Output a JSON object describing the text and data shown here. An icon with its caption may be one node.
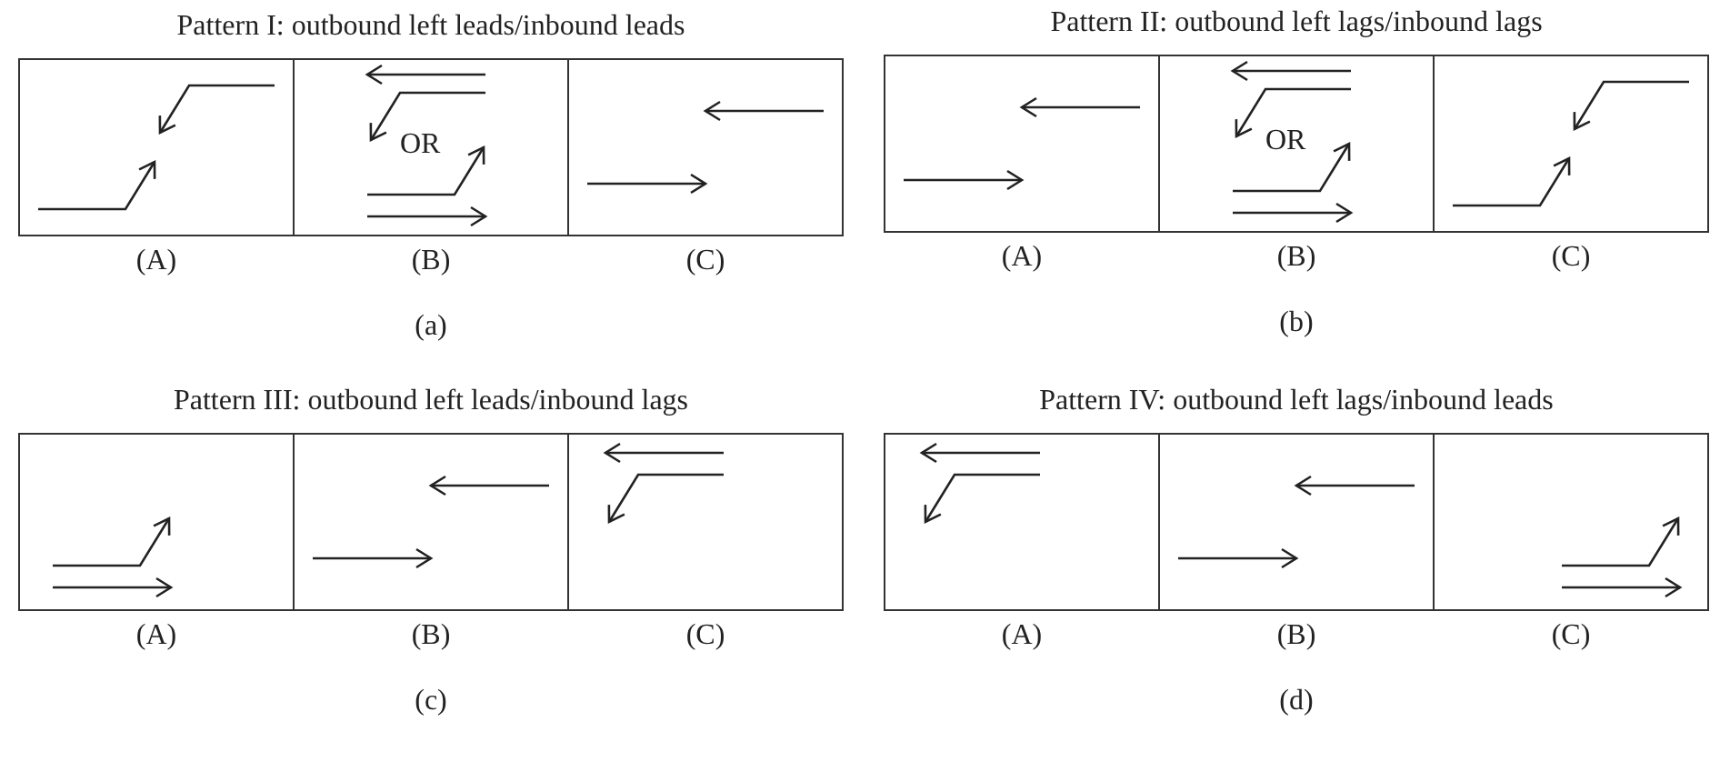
{
  "diagram": {
    "nodes": [
      {
        "text": [
          "Pattern I: outbound left leads/inbound leads"
        ],
        "beside": [
          "(a)"
        ]
      },
      {
        "text": [],
        "shape": "box",
        "in": 0,
        "beside": [
          "(A)"
        ]
      },
      {
        "text": [
          "OR"
        ],
        "in": 0,
        "beside": [
          "(B)"
        ]
      },
      {
        "text": [],
        "shape": "box",
        "in": 0,
        "beside": [
          "(C)"
        ]
      },
      {
        "text": [
          "Pattern II: outbound left lags/inbound lags"
        ],
        "beside": [
          "(b)"
        ]
      },
      {
        "text": [],
        "shape": "box",
        "in": 4,
        "beside": [
          "(A)"
        ]
      },
      {
        "text": [
          "OR"
        ],
        "in": 4,
        "beside": [
          "(B)"
        ]
      },
      {
        "text": [],
        "shape": "box",
        "in": 4,
        "beside": [
          "(C)"
        ]
      },
      {
        "text": [
          "Pattern III: outbound left leads/inbound lags"
        ],
        "beside": [
          "(c)"
        ]
      },
      {
        "text": [],
        "shape": "box",
        "in": 8,
        "beside": [
          "(A)"
        ]
      },
      {
        "text": [],
        "shape": "box",
        "in": 8,
        "beside": [
          "(B)"
        ]
      },
      {
        "text": [],
        "shape": "box",
        "in": 8,
        "beside": [
          "(C)"
        ]
      },
      {
        "text": [
          "Pattern IV: outbound left lags/inbound leads"
        ],
        "beside": [
          "(d)"
        ]
      },
      {
        "text": [],
        "shape": "box",
        "in": 12,
        "beside": [
          "(A)"
        ]
      },
      {
        "text": [],
        "shape": "box",
        "in": 12,
        "beside": [
          "(B)"
        ]
      },
      {
        "text": [],
        "shape": "box",
        "in": 12,
        "beside": [
          "(C)"
        ]
      }
    ]
  }
}
